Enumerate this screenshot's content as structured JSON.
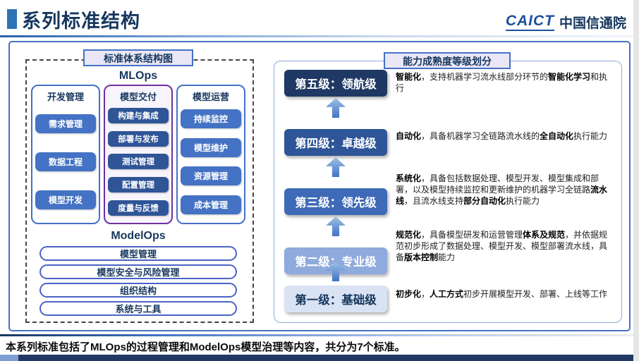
{
  "header": {
    "title": "系列标准结构",
    "logo_en": "CAICT",
    "logo_cn": "中国信通院"
  },
  "left_panel": {
    "badge": "标准体系结构图",
    "mlops_title": "MLOps",
    "columns": [
      {
        "title": "开发管理",
        "items": [
          "需求管理",
          "数据工程",
          "模型开发"
        ]
      },
      {
        "title": "模型交付",
        "items": [
          "构建与集成",
          "部署与发布",
          "测试管理",
          "配置管理",
          "度量与反馈"
        ]
      },
      {
        "title": "模型运营",
        "items": [
          "持续监控",
          "模型维护",
          "资源管理",
          "成本管理"
        ]
      }
    ],
    "modelops_title": "ModelOps",
    "modelops_items": [
      "模型管理",
      "模型安全与风险管理",
      "组织结构",
      "系统与工具"
    ]
  },
  "right_panel": {
    "badge": "能力成熟度等级划分",
    "levels": [
      {
        "label": "第五级：领航级",
        "segments": [
          {
            "t": "智能化"
          },
          {
            "t": "，支持机器学习流水线部分环节的"
          },
          {
            "t": "智能化学习"
          },
          {
            "t": "和执行"
          }
        ]
      },
      {
        "label": "第四级：卓越级",
        "segments": [
          {
            "t": "自动化"
          },
          {
            "t": "，具备机器学习全链路流水线的"
          },
          {
            "t": "全自动化"
          },
          {
            "t": "执行能力"
          }
        ]
      },
      {
        "label": "第三级：领先级",
        "segments": [
          {
            "t": "系统化"
          },
          {
            "t": "，具备包括数据处理、模型开发、模型集成和部署，以及模型持续监控和更新维护的机器学习全链路"
          },
          {
            "t": "流水线"
          },
          {
            "t": "，且流水线支持"
          },
          {
            "t": "部分自动化"
          },
          {
            "t": "执行能力"
          }
        ]
      },
      {
        "label": "第二级：专业级",
        "segments": [
          {
            "t": "规范化"
          },
          {
            "t": "，具备模型研发和运营管理"
          },
          {
            "t": "体系及规范"
          },
          {
            "t": "，并依据规范初步形成了数据处理、模型开发、模型部署流水线，具备"
          },
          {
            "t": "版本控制"
          },
          {
            "t": "能力"
          }
        ]
      },
      {
        "label": "第一级：基础级",
        "segments": [
          {
            "t": "初步化"
          },
          {
            "t": "，"
          },
          {
            "t": "人工方式"
          },
          {
            "t": "初步开展模型开发、部署、上线等工作"
          }
        ]
      }
    ]
  },
  "footer": {
    "text": "本系列标准包括了MLOps的过程管理和ModelOps模型治理等内容，共分为7个标准。"
  },
  "colors": {
    "title_navy": "#17375E",
    "accent_blue": "#2E74B5",
    "item_blue": "#4472C4",
    "item_dark_blue": "#2F5597",
    "purple_border": "#7030A0",
    "keyword_blue": "#2E75B6",
    "level_colors": [
      "#1F3864",
      "#2E5597",
      "#3F6AB7",
      "#8FAADC",
      "#DAE3F3"
    ]
  }
}
